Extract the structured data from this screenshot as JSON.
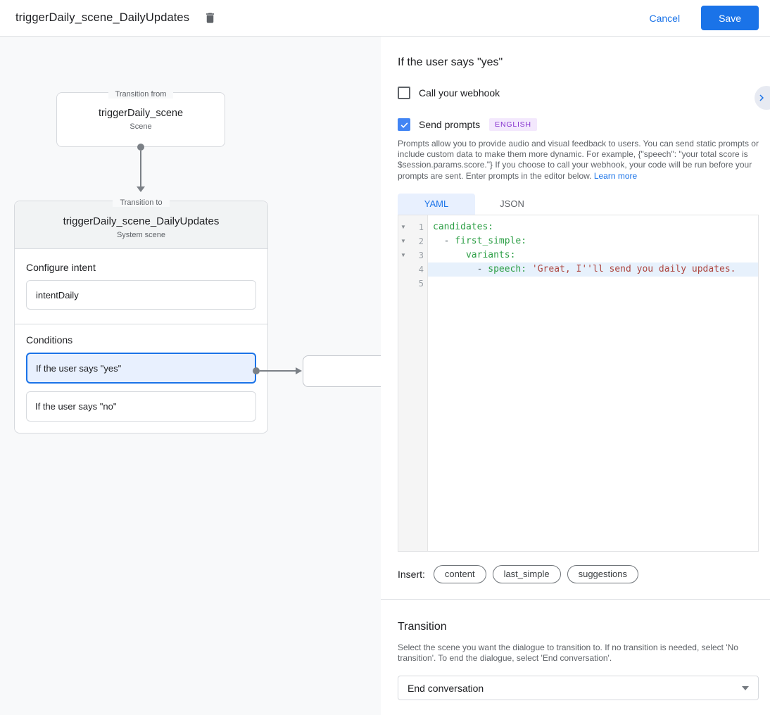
{
  "topbar": {
    "title": "triggerDaily_scene_DailyUpdates",
    "cancel": "Cancel",
    "save": "Save"
  },
  "canvas": {
    "from_node": {
      "legend": "Transition from",
      "title": "triggerDaily_scene",
      "subtitle": "Scene"
    },
    "to_node": {
      "legend": "Transition to",
      "title": "triggerDaily_scene_DailyUpdates",
      "subtitle": "System scene"
    },
    "configure_intent": {
      "label": "Configure intent",
      "value": "intentDaily"
    },
    "conditions": {
      "label": "Conditions",
      "items": [
        {
          "label": "If the user says \"yes\"",
          "selected": true
        },
        {
          "label": "If the user says \"no\"",
          "selected": false
        }
      ]
    }
  },
  "detail": {
    "title": "If the user says \"yes\"",
    "webhook_label": "Call your webhook",
    "prompts_label": "Send prompts",
    "language_badge": "ENGLISH",
    "description": "Prompts allow you to provide audio and visual feedback to users. You can send static prompts or include custom data to make them more dynamic. For example, {\"speech\": \"your total score is $session.params.score.\"} If you choose to call your webhook, your code will be run before your prompts are sent. Enter prompts in the editor below. ",
    "learn_more": "Learn more",
    "tabs": {
      "yaml": "YAML",
      "json": "JSON"
    },
    "editor": {
      "line_numbers": [
        "1",
        "2",
        "3",
        "4",
        "5"
      ],
      "line1": {
        "key": "candidates:"
      },
      "line2": {
        "pre": "  - ",
        "key": "first_simple:"
      },
      "line3": {
        "pre": "      ",
        "key": "variants:"
      },
      "line4": {
        "pre": "        - ",
        "key": "speech: ",
        "str": "'Great, I''ll send you daily updates."
      }
    },
    "insert": {
      "label": "Insert:",
      "chips": [
        "content",
        "last_simple",
        "suggestions"
      ]
    },
    "transition": {
      "title": "Transition",
      "description": "Select the scene you want the dialogue to transition to. If no transition is needed, select 'No transition'. To end the dialogue, select 'End conversation'.",
      "value": "End conversation"
    }
  },
  "colors": {
    "accent": "#1a73e8",
    "selected_condition_bg": "#e8f0fe",
    "badge_bg": "#f3e8fd",
    "badge_text": "#8430ce",
    "code_key": "#2b9e44",
    "code_string": "#ad453f"
  }
}
